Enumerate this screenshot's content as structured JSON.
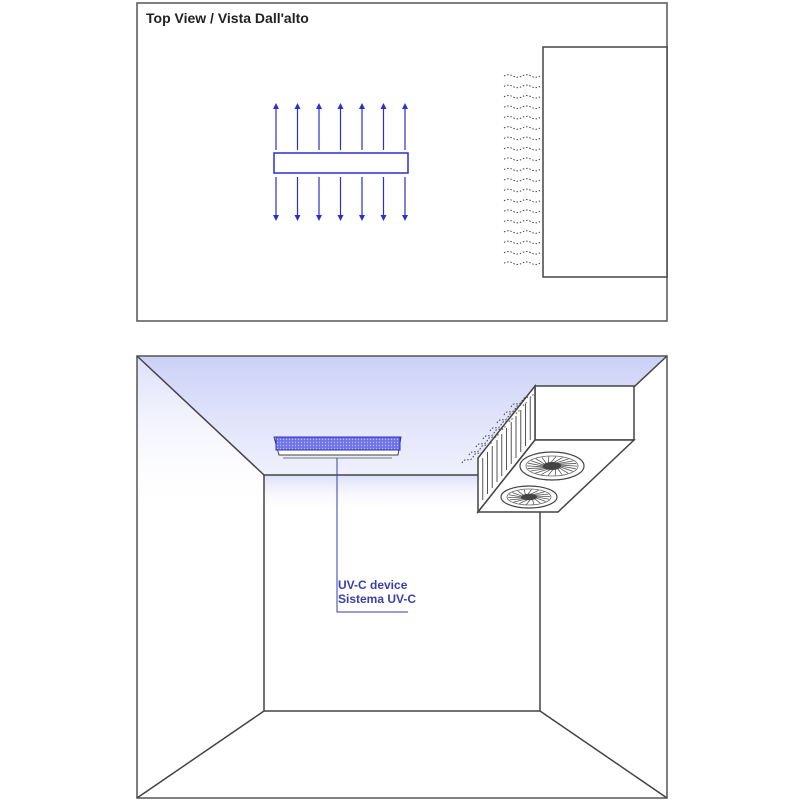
{
  "top_view": {
    "title": "Top View / Vista Dall'alto"
  },
  "perspective_view": {
    "device_label_en": "UV-C device",
    "device_label_it": "Sistema UV-C"
  },
  "colors": {
    "uv_blue": "#2c2fd0",
    "label_blue": "#3a3fae",
    "line": "#333333",
    "glow": "#c8cdf5"
  },
  "icons": {
    "airflow": "dotted-wave-lines",
    "uv_emission": "double-headed-arrows",
    "ceiling_fan": "round-ceiling-diffuser-icon"
  }
}
